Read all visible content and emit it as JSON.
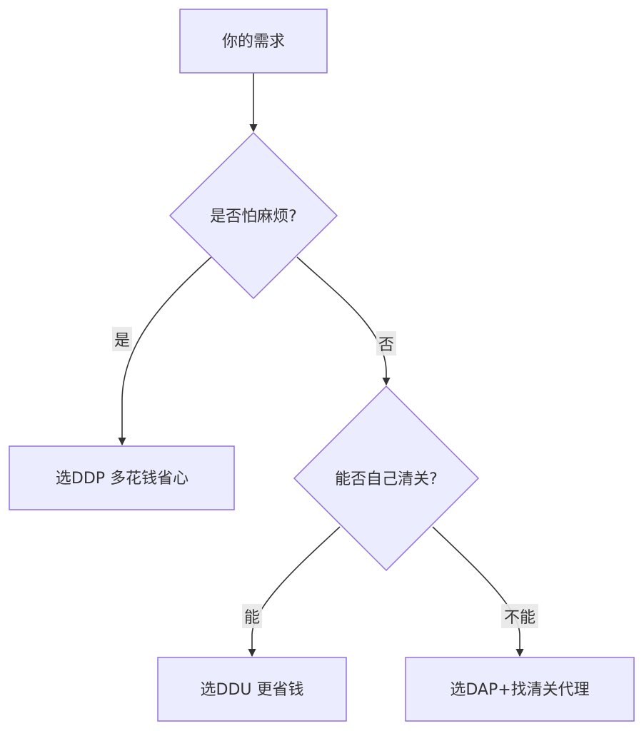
{
  "nodes": {
    "start": {
      "label": "你的需求"
    },
    "decision1": {
      "label": "是否怕麻烦?"
    },
    "ddp": {
      "label": "选DDP 多花钱省心"
    },
    "decision2": {
      "label": "能否自己清关?"
    },
    "ddu": {
      "label": "选DDU 更省钱"
    },
    "dap": {
      "label": "选DAP+找清关代理"
    }
  },
  "edges": {
    "start_to_decision1": {
      "label": ""
    },
    "decision1_to_ddp": {
      "label": "是"
    },
    "decision1_to_decision2": {
      "label": "否"
    },
    "decision2_to_ddu": {
      "label": "能"
    },
    "decision2_to_dap": {
      "label": "不能"
    }
  },
  "colors": {
    "node_fill": "#ececff",
    "node_stroke": "#9370db",
    "edge_stroke": "#333333",
    "edge_label_bg": "#e8e8e8",
    "text": "#333333"
  }
}
